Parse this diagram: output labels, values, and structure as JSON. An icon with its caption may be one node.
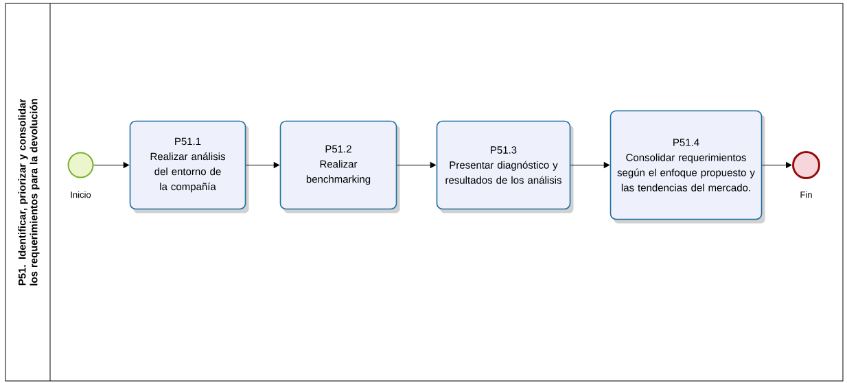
{
  "diagram": {
    "nodes": [
      {
        "text": [
          "P51. Identificar, priorizar y consolidar los requerimientos para la devolución"
        ]
      },
      {
        "text": [],
        "shape": "circle",
        "beside": [
          "Inicio"
        ],
        "in": 0
      },
      {
        "text": [
          "P51.1",
          "Realizar análisis del entorno de la compañía"
        ],
        "in": 0
      },
      {
        "text": [
          "P51.2",
          "Realizar benchmarking"
        ],
        "in": 0
      },
      {
        "text": [
          "P51.3",
          "Presentar diagnóstico y resultados de los análisis"
        ],
        "in": 0
      },
      {
        "text": [
          "P51.4",
          "Consolidar requerimientos según el enfoque propuesto y las tendencias del mercado."
        ],
        "in": 0
      },
      {
        "text": [],
        "shape": "circle",
        "beside": [
          "Fin"
        ],
        "in": 0
      }
    ],
    "edges": [
      {
        "from": 1,
        "to": 2,
        "arrow": "to"
      },
      {
        "from": 2,
        "to": 3,
        "arrow": "to"
      },
      {
        "from": 3,
        "to": 4,
        "arrow": "to"
      },
      {
        "from": 4,
        "to": 5,
        "arrow": "to"
      },
      {
        "from": 5,
        "to": 6,
        "arrow": "to"
      }
    ]
  }
}
